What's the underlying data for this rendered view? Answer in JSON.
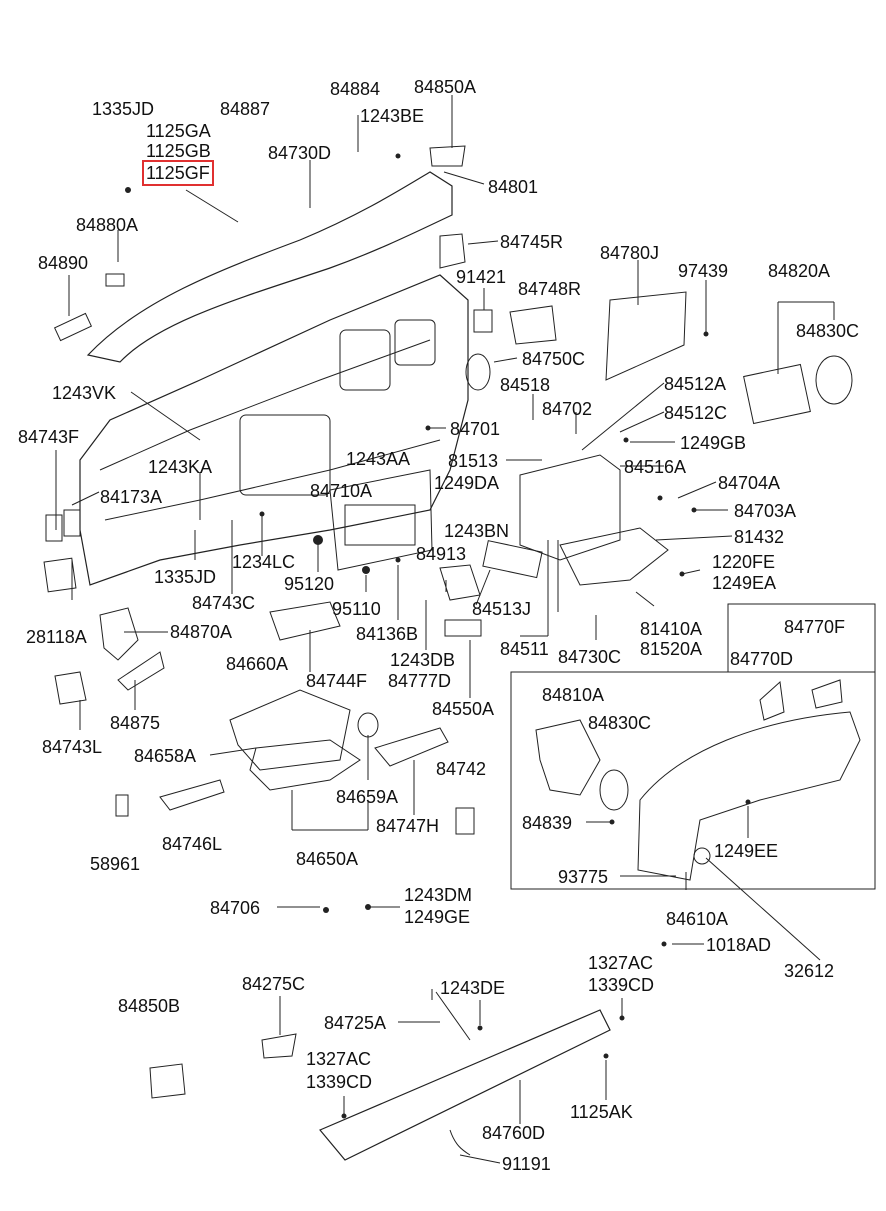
{
  "highlight_color": "#e03030",
  "labels": {
    "p1335JD": "1335JD",
    "p84887": "84887",
    "p1125GA": "1125GA",
    "p1125GB": "1125GB",
    "p1125GF": "1125GF",
    "p84884": "84884",
    "p84850A": "84850A",
    "p1243BE": "1243BE",
    "p84730D": "84730D",
    "p84801": "84801",
    "p84880A": "84880A",
    "p84745R": "84745R",
    "p84890": "84890",
    "p84780J": "84780J",
    "p91421": "91421",
    "p97439": "97439",
    "p84820A": "84820A",
    "p84748R": "84748R",
    "p84830C_top": "84830C",
    "p84750C": "84750C",
    "p1243VK": "1243VK",
    "p84518": "84518",
    "p84512A": "84512A",
    "p84702": "84702",
    "p84512C": "84512C",
    "p84743F": "84743F",
    "p84701": "84701",
    "p1249GB": "1249GB",
    "p1243KA": "1243KA",
    "p1243AA": "1243AA",
    "p81513": "81513",
    "p84516A": "84516A",
    "p84173A": "84173A",
    "p84710A": "84710A",
    "p1249DA": "1249DA",
    "p84704A": "84704A",
    "p84703A": "84703A",
    "p1243BN": "1243BN",
    "p81432": "81432",
    "p1335JD_b": "1335JD",
    "p1234LC": "1234LC",
    "p84913": "84913",
    "p1220FE": "1220FE",
    "p1249EA": "1249EA",
    "p84743C": "84743C",
    "p95120": "95120",
    "p95110": "95110",
    "p84513J": "84513J",
    "p28118A": "28118A",
    "p84870A": "84870A",
    "p84136B": "84136B",
    "p84511": "84511",
    "p84730C": "84730C",
    "p81410A": "81410A",
    "p81520A": "81520A",
    "p84770F": "84770F",
    "p84660A": "84660A",
    "p84744F": "84744F",
    "p1243DB": "1243DB",
    "p84777D": "84777D",
    "p84770D": "84770D",
    "p84743L": "84743L",
    "p84875": "84875",
    "p84550A": "84550A",
    "p84810A": "84810A",
    "p84830C_mid": "84830C",
    "p84658A": "84658A",
    "p84742": "84742",
    "p84659A": "84659A",
    "p84839": "84839",
    "p84747H": "84747H",
    "p84746L": "84746L",
    "p1249EE": "1249EE",
    "p58961": "58961",
    "p84650A": "84650A",
    "p93775": "93775",
    "p84706": "84706",
    "p1243DM": "1243DM",
    "p1249GE": "1249GE",
    "p84610A": "84610A",
    "p1018AD": "1018AD",
    "p32612": "32612",
    "p1327AC_r": "1327AC",
    "p1339CD_r": "1339CD",
    "p84275C": "84275C",
    "p1243DE": "1243DE",
    "p84850B": "84850B",
    "p84725A": "84725A",
    "p1327AC_l": "1327AC",
    "p1339CD_l": "1339CD",
    "p1125AK": "1125AK",
    "p84760D": "84760D",
    "p91191": "91191"
  }
}
